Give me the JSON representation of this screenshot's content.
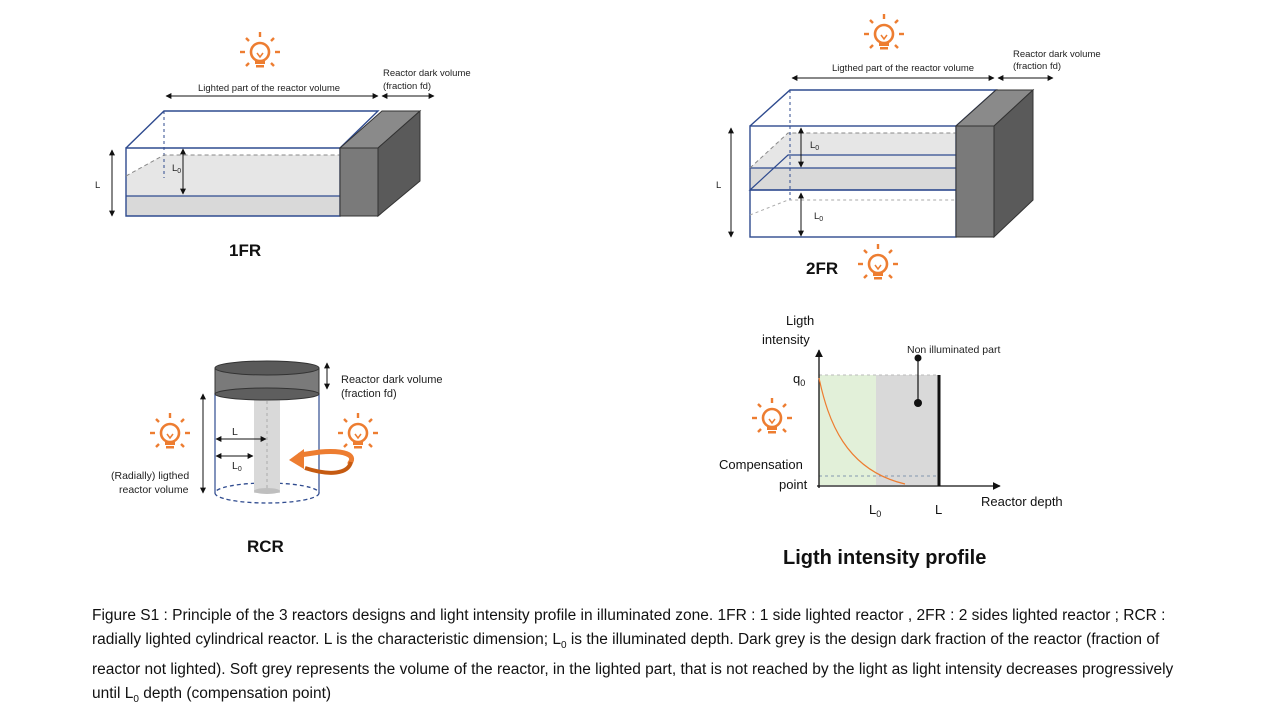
{
  "panel_1fr": {
    "title": "1FR",
    "lighted_label": "Lighted part of the reactor volume",
    "dark_label_1": "Reactor dark volume",
    "dark_label_2": "(fraction fd)",
    "dim_L": "L",
    "dim_L0": "L",
    "dim_L0_sub": "0"
  },
  "panel_2fr": {
    "title": "2FR",
    "lighted_label": "Ligthed part of the reactor volume",
    "dark_label_1": "Reactor dark volume",
    "dark_label_2": "(fraction fd)",
    "dim_L": "L",
    "dim_L0_top": "L",
    "dim_L0_top_sub": "0",
    "dim_L0_bottom": "L",
    "dim_L0_bottom_sub": "0"
  },
  "panel_rcr": {
    "title": "RCR",
    "dark_label_1": "Reactor dark volume",
    "dark_label_2": "(fraction fd)",
    "lit_label_1": "(Radially) ligthed",
    "lit_label_2": "reactor volume",
    "dim_L": "L",
    "dim_L0": "L",
    "dim_L0_sub": "0"
  },
  "panel_profile": {
    "title": "Ligth intensity profile",
    "y_label_1": "Ligth",
    "y_label_2": "intensity",
    "q0": "q",
    "q0_sub": "0",
    "compensation_1": "Compensation",
    "compensation_2": "point",
    "non_illuminated": "Non illuminated part",
    "x_L0": "L",
    "x_L0_sub": "0",
    "x_L": "L",
    "x_label": "Reactor depth"
  },
  "caption": {
    "part1": "Figure S1 :  Principle of the 3 reactors designs and light intensity profile in illuminated  zone. 1FR : 1 side lighted reactor , 2FR : 2 sides lighted reactor ; RCR : radially lighted cylindrical reactor. L is the characteristic dimension; L",
    "sub1": "0",
    "part2": " is the illuminated depth. Dark grey is the design dark fraction of the reactor (fraction of reactor not lighted). Soft grey represents the volume of the reactor, in the lighted part, that is not reached by the light as light intensity decreases progressively until L",
    "sub2": "0",
    "part3": " depth (compensation point)"
  },
  "colors": {
    "bulb": "#ed7d31",
    "outline": "#2f4b8f",
    "dark_grey": "#7f7f7f",
    "soft_grey": "#d9d9d9",
    "light_green": "#e2f0d9"
  },
  "icons": [
    "light-bulb-icon",
    "rotation-arrow-icon"
  ]
}
